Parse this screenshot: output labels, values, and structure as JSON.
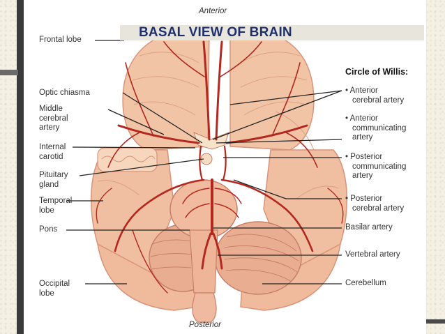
{
  "title": "BASAL VIEW OF BRAIN",
  "orientation": {
    "top": "Anterior",
    "bottom": "Posterior"
  },
  "left_labels": {
    "frontal_lobe": "Frontal lobe",
    "optic_chiasma": "Optic chiasma",
    "middle_cerebral_artery": [
      "Middle",
      "cerebral",
      "artery"
    ],
    "internal_carotid": [
      "Internal",
      "carotid"
    ],
    "pituitary_gland": [
      "Pituitary",
      "gland"
    ],
    "temporal_lobe": [
      "Temporal",
      "lobe"
    ],
    "pons": "Pons",
    "occipital_lobe": [
      "Occipital",
      "lobe"
    ]
  },
  "right_labels": {
    "circle_heading": "Circle of Willis:",
    "anterior_cerebral_artery": [
      "• Anterior",
      "cerebral artery"
    ],
    "anterior_communicating_artery": [
      "• Anterior",
      "communicating",
      "artery"
    ],
    "posterior_communicating_artery": [
      "• Posterior",
      "communicating",
      "artery"
    ],
    "posterior_cerebral_artery": [
      "• Posterior",
      "cerebral artery"
    ],
    "basilar_artery": "Basilar artery",
    "vertebral_artery": "Vertebral artery",
    "cerebellum": "Cerebellum"
  },
  "colors": {
    "tissue": "#f2c4a6",
    "tissue_shadow": "#d9937a",
    "artery": "#b3271e",
    "title": "#1f2f6e",
    "leader": "#222222"
  }
}
